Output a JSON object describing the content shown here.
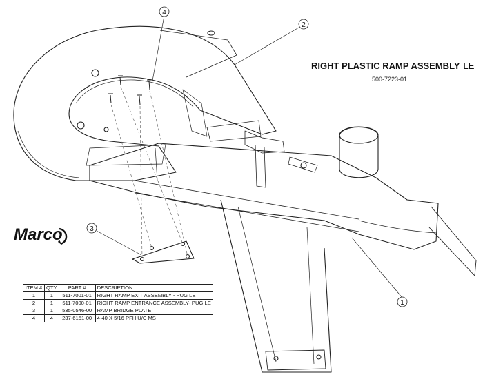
{
  "drawing": {
    "title": "RIGHT PLASTIC RAMP ASSEMBLY",
    "title_suffix": "LE",
    "part_number": "500-7223-01"
  },
  "logo": {
    "text": "Marco"
  },
  "callouts": [
    {
      "id": "callout-1",
      "label": "1"
    },
    {
      "id": "callout-2",
      "label": "2"
    },
    {
      "id": "callout-3",
      "label": "3"
    },
    {
      "id": "callout-4",
      "label": "4"
    }
  ],
  "bom": {
    "headers": [
      "ITEM #",
      "QTY",
      "PART #",
      "DESCRIPTION"
    ],
    "rows": [
      [
        "1",
        "1",
        "511-7001-01",
        "RIGHT RAMP EXIT ASSEMBLY - PUG LE"
      ],
      [
        "2",
        "1",
        "511-7000-01",
        "RIGHT RAMP ENTRANCE ASSEMBLY- PUG LE"
      ],
      [
        "3",
        "1",
        "535-0546-00",
        "RAMP BRIDGE PLATE"
      ],
      [
        "4",
        "4",
        "237-6151-00",
        "4-40 X 5/16 PFH U/C MS"
      ]
    ]
  }
}
